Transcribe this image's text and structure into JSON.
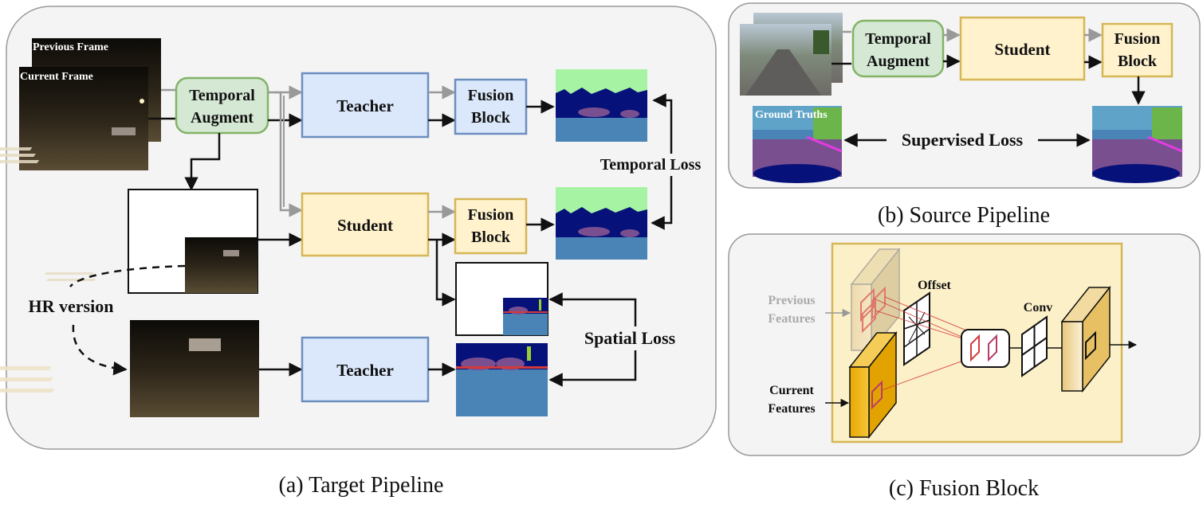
{
  "panels": {
    "target": {
      "caption": "(a) Target Pipeline",
      "labels": {
        "previous_frame": "Previous Frame",
        "current_frame": "Current Frame",
        "temporal_augment_line1": "Temporal",
        "temporal_augment_line2": "Augment",
        "teacher_top": "Teacher",
        "student": "Student",
        "teacher_bottom": "Teacher",
        "fusion_top_line1": "Fusion",
        "fusion_top_line2": "Block",
        "fusion_mid_line1": "Fusion",
        "fusion_mid_line2": "Block",
        "temporal_loss": "Temporal Loss",
        "spatial_loss": "Spatial Loss",
        "hr_version": "HR version"
      }
    },
    "source": {
      "caption": "(b) Source Pipeline",
      "labels": {
        "temporal_augment_line1": "Temporal",
        "temporal_augment_line2": "Augment",
        "student": "Student",
        "fusion_line1": "Fusion",
        "fusion_line2": "Block",
        "ground_truths": "Ground Truths",
        "supervised_loss": "Supervised Loss"
      }
    },
    "fusion": {
      "caption": "(c) Fusion Block",
      "labels": {
        "offset": "Offset",
        "conv": "Conv",
        "previous_line1": "Previous",
        "previous_line2": "Features",
        "current_line1": "Current",
        "current_line2": "Features"
      }
    }
  },
  "colors": {
    "teacher_fill": "#dbe8fb",
    "teacher_stroke": "#6c8ebf",
    "student_fill": "#fff2cc",
    "student_stroke": "#d6b656",
    "augment_fill": "#d5e8d4",
    "augment_stroke": "#82b366",
    "panel_fill": "#f4f4f4",
    "panel_stroke": "#999999",
    "sky_green": "#a6f3a3",
    "seg_navy": "#06117a",
    "seg_blue": "#4a84b7",
    "seg_purple": "#7a4f8f"
  }
}
